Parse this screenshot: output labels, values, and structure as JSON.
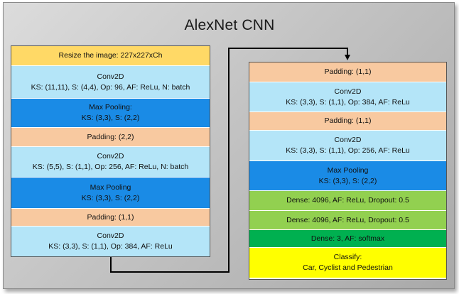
{
  "title": "AlexNet CNN",
  "colors": {
    "resize": "#ffd966",
    "conv": "#b4e5f8",
    "pool": "#1a8be6",
    "padding": "#f8c9a0",
    "dense": "#92d050",
    "dense_out": "#00b050",
    "classify": "#ffff00"
  },
  "column1": [
    {
      "lines": [
        "Resize the image: 227x227xCh"
      ]
    },
    {
      "lines": [
        "Conv2D",
        "KS: (11,11), S: (4,4), Op: 96, AF: ReLu,  N: batch"
      ]
    },
    {
      "lines": [
        "Max Pooling:",
        "KS: (3,3), S: (2,2)"
      ]
    },
    {
      "lines": [
        "Padding: (2,2)"
      ]
    },
    {
      "lines": [
        "Conv2D",
        "KS: (5,5), S: (1,1), Op: 256, AF: ReLu,  N: batch"
      ]
    },
    {
      "lines": [
        "Max Pooling",
        "KS: (3,3), S: (2,2)"
      ]
    },
    {
      "lines": [
        "Padding: (1,1)"
      ]
    },
    {
      "lines": [
        "Conv2D",
        "KS: (3,3), S: (1,1), Op: 384, AF: ReLu"
      ]
    }
  ],
  "column2": [
    {
      "lines": [
        "Padding: (1,1)"
      ]
    },
    {
      "lines": [
        "Conv2D",
        "KS: (3,3), S: (1,1), Op: 384, AF: ReLu"
      ]
    },
    {
      "lines": [
        "Padding: (1,1)"
      ]
    },
    {
      "lines": [
        "Conv2D",
        "KS: (3,3), S: (1,1), Op: 256, AF: ReLu"
      ]
    },
    {
      "lines": [
        "Max Pooling",
        "KS: (3,3), S: (2,2)"
      ]
    },
    {
      "lines": [
        "Dense: 4096, AF: ReLu,  Dropout: 0.5"
      ]
    },
    {
      "lines": [
        "Dense: 4096, AF: ReLu,  Dropout: 0.5"
      ]
    },
    {
      "lines": [
        "Dense: 3, AF: softmax"
      ]
    },
    {
      "lines": [
        "Classify:",
        "Car, Cyclist and Pedestrian"
      ]
    }
  ]
}
